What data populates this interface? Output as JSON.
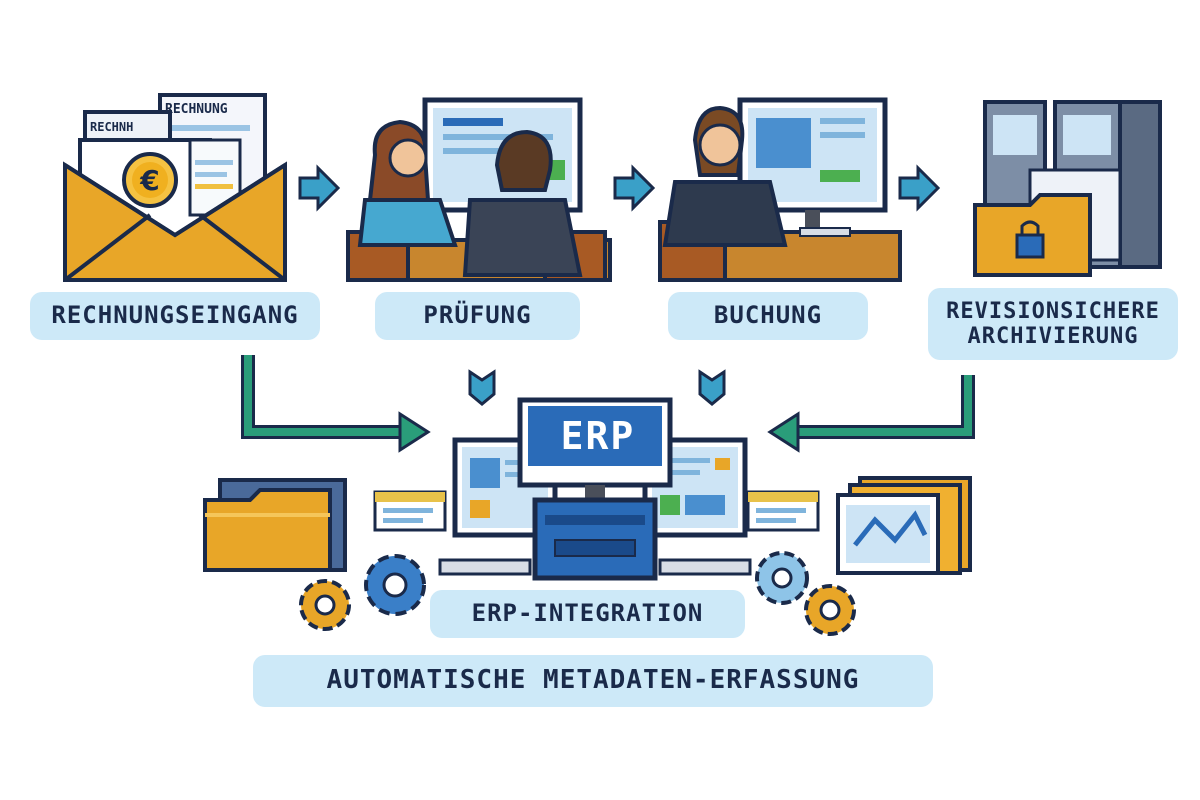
{
  "steps": [
    {
      "label": "RECHNUNGSEINGANG",
      "icon": "envelope-invoice-icon"
    },
    {
      "label": "PRÜFUNG",
      "icon": "review-team-icon"
    },
    {
      "label": "BUCHUNG",
      "icon": "accountant-desk-icon"
    },
    {
      "label_line1": "REVISIONSICHERE",
      "label_line2": "ARCHIVIERUNG",
      "icon": "archive-server-icon"
    }
  ],
  "documents": {
    "doc_front": "RECHNUNG",
    "doc_back": "RECHNH",
    "currency_symbol": "€"
  },
  "erp": {
    "screen_label": "ERP",
    "integration_label": "ERP-INTEGRATION"
  },
  "metadata_label": "AUTOMATISCHE METADATEN-ERFASSUNG",
  "colors": {
    "label_bg": "#cde9f8",
    "label_text": "#1a2a4a",
    "arrow_green": "#2a9d7a",
    "arrow_blue": "#3aa0c8",
    "folder_orange": "#e8a628",
    "erp_blue": "#2a6bb8",
    "gear_orange": "#e8a628",
    "gear_blue": "#3a7fc8"
  }
}
